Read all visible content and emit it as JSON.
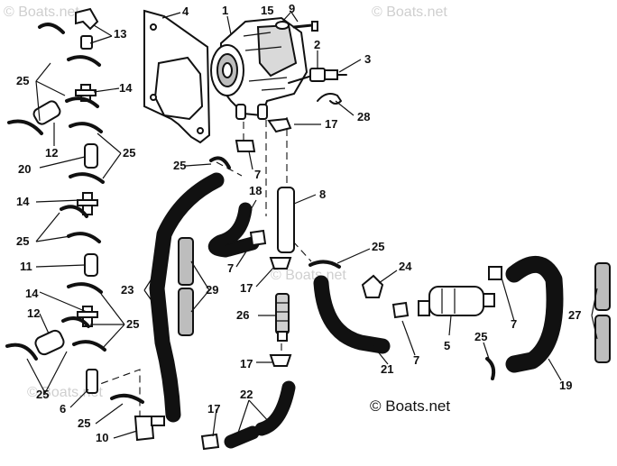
{
  "watermarks": {
    "top_left": "© Boats.net",
    "top_right": "© Boats.net",
    "bottom_left": "© Boats.net",
    "center": "© Boats.net"
  },
  "copyright": "© Boats.net",
  "callouts": {
    "c1": "1",
    "c2": "2",
    "c3": "3",
    "c4": "4",
    "c5": "5",
    "c6": "6",
    "c7a": "7",
    "c7b": "7",
    "c7c": "7",
    "c7d": "7",
    "c8": "8",
    "c9": "9",
    "c10": "10",
    "c11": "11",
    "c12a": "12",
    "c12b": "12",
    "c13": "13",
    "c14a": "14",
    "c14b": "14",
    "c14c": "14",
    "c15": "15",
    "c17a": "17",
    "c17b": "17",
    "c17c": "17",
    "c17d": "17",
    "c18": "18",
    "c19": "19",
    "c20": "20",
    "c21": "21",
    "c22": "22",
    "c23": "23",
    "c24": "24",
    "c25a": "25",
    "c25b": "25",
    "c25c": "25",
    "c25d": "25",
    "c25e": "25",
    "c25f": "25",
    "c25g": "25",
    "c25h": "25",
    "c25i": "25",
    "c26": "26",
    "c27": "27",
    "c28": "28",
    "c29": "29"
  }
}
